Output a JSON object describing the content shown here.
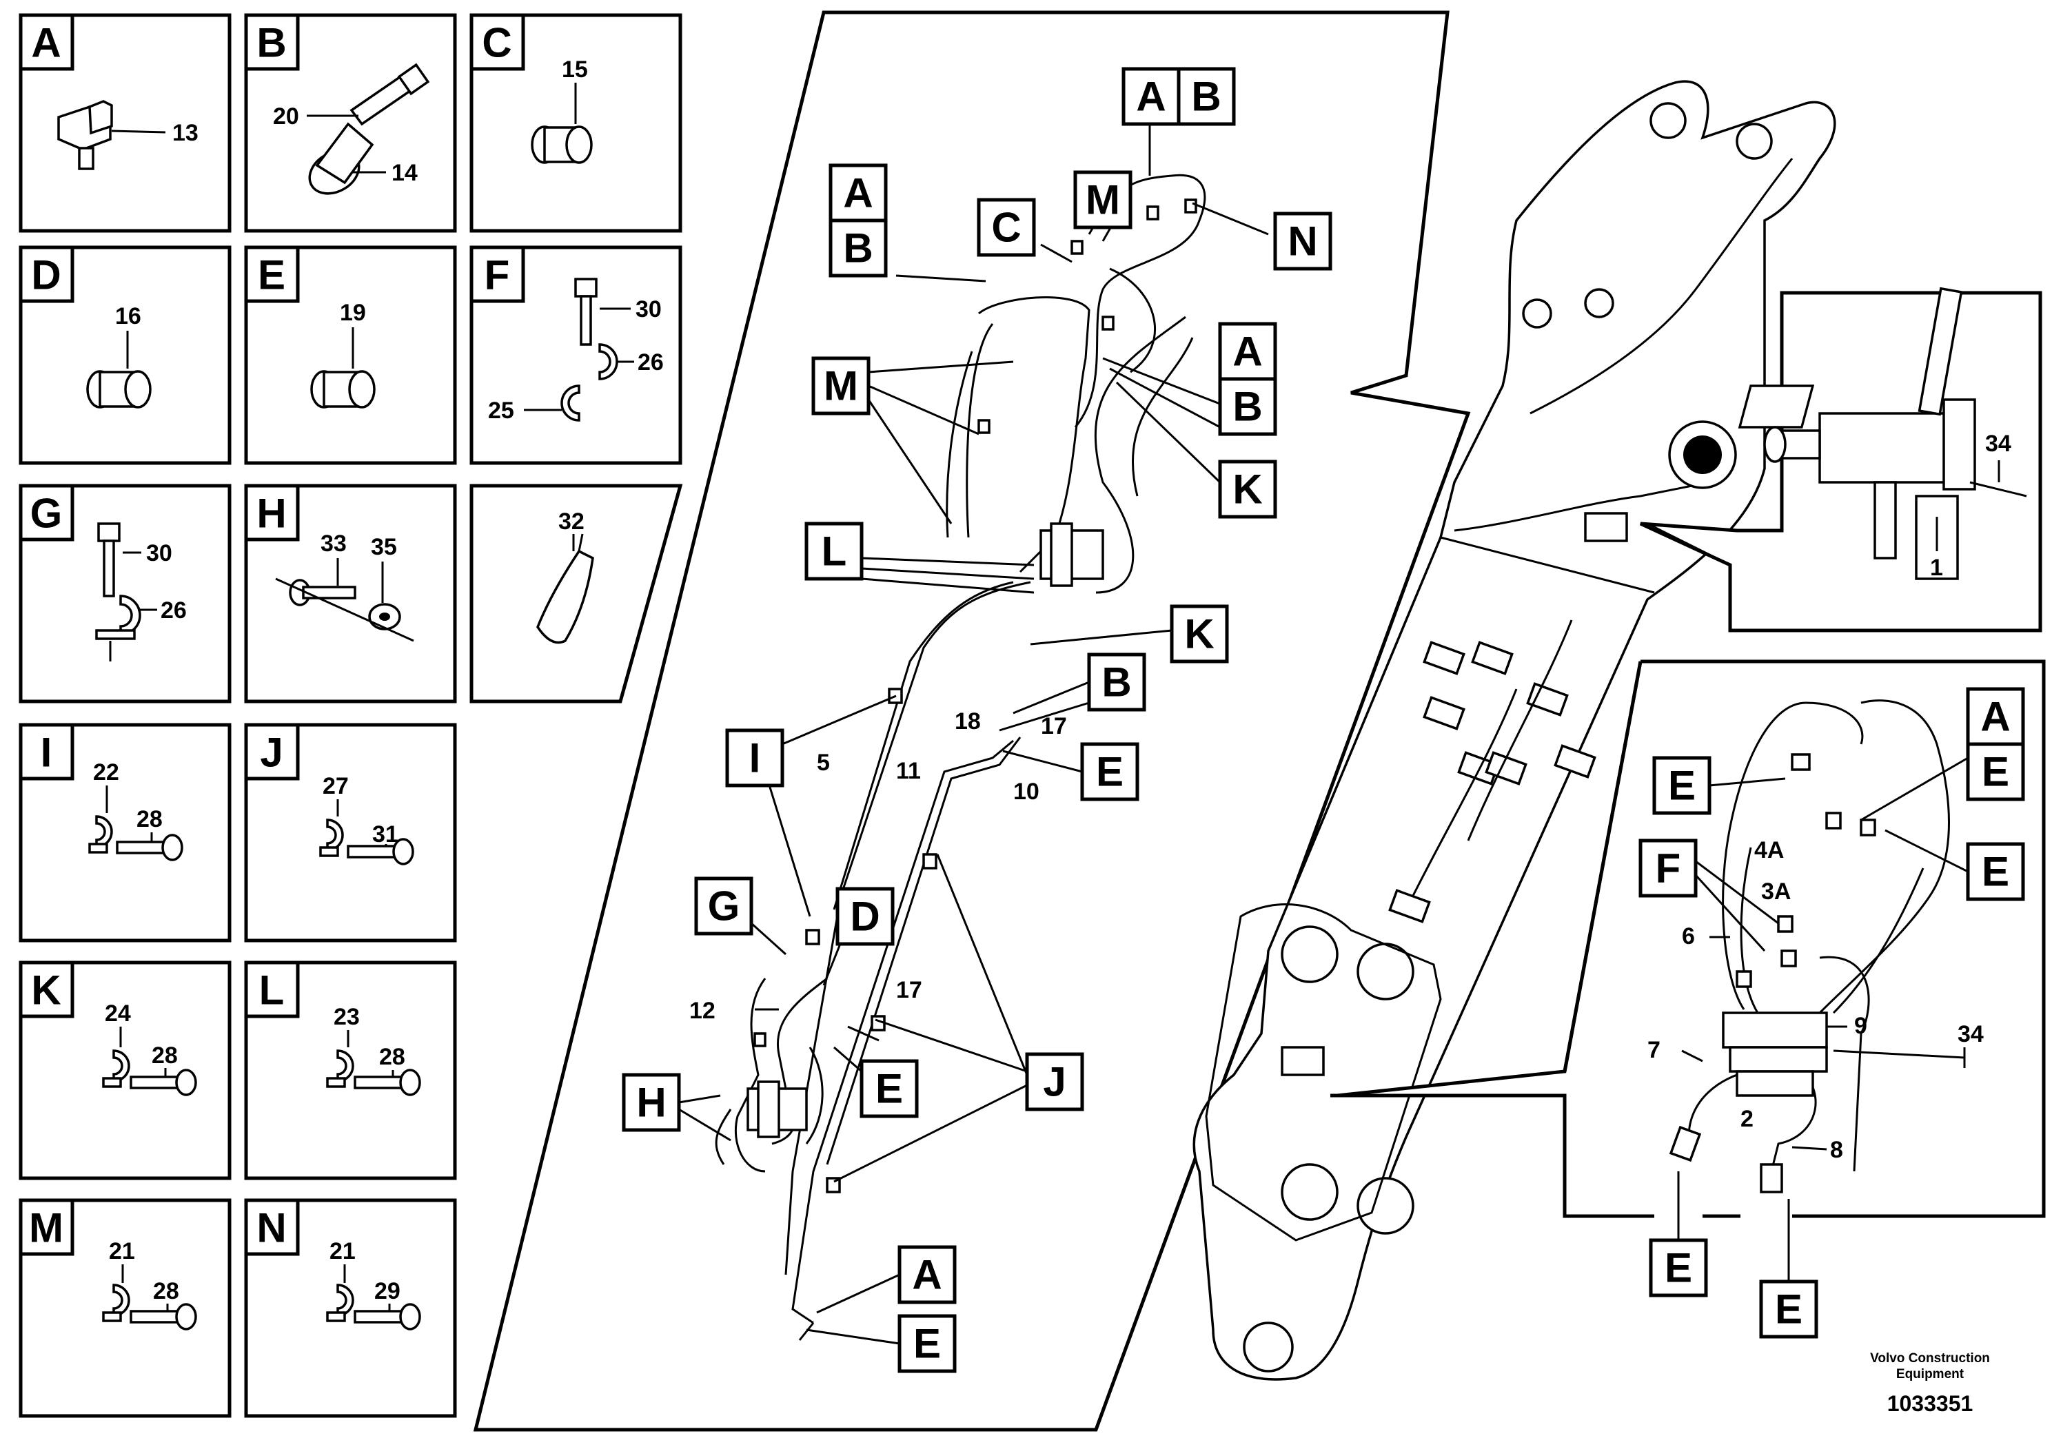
{
  "detail_panels": [
    {
      "letter": "A",
      "parts": [
        "13"
      ]
    },
    {
      "letter": "B",
      "parts": [
        "20",
        "14"
      ]
    },
    {
      "letter": "C",
      "parts": [
        "15"
      ]
    },
    {
      "letter": "D",
      "parts": [
        "16"
      ]
    },
    {
      "letter": "E",
      "parts": [
        "19"
      ]
    },
    {
      "letter": "F",
      "parts": [
        "30",
        "26",
        "25"
      ]
    },
    {
      "letter": "G",
      "parts": [
        "30",
        "26"
      ]
    },
    {
      "letter": "H",
      "parts": [
        "33",
        "35"
      ]
    },
    {
      "letter": "",
      "parts": [
        "32"
      ]
    },
    {
      "letter": "I",
      "parts": [
        "22",
        "28"
      ]
    },
    {
      "letter": "J",
      "parts": [
        "27",
        "31"
      ]
    },
    {
      "letter": "K",
      "parts": [
        "24",
        "28"
      ]
    },
    {
      "letter": "L",
      "parts": [
        "23",
        "28"
      ]
    },
    {
      "letter": "M",
      "parts": [
        "21",
        "28"
      ]
    },
    {
      "letter": "N",
      "parts": [
        "21",
        "29"
      ]
    }
  ],
  "main_view": {
    "tags": [
      "A",
      "B",
      "C",
      "M",
      "N",
      "A",
      "B",
      "M",
      "A",
      "B",
      "K",
      "L",
      "K",
      "B",
      "E",
      "I",
      "G",
      "D",
      "H",
      "E",
      "J",
      "A",
      "E"
    ],
    "numbers": [
      "18",
      "17",
      "5",
      "11",
      "10",
      "12",
      "17"
    ]
  },
  "valve_detail": {
    "numbers": [
      "34",
      "1"
    ]
  },
  "lower_detail": {
    "tags": [
      "A",
      "E",
      "E",
      "E",
      "F",
      "E",
      "E"
    ],
    "numbers": [
      "4A",
      "3A",
      "6",
      "7",
      "9",
      "2",
      "8",
      "34"
    ]
  },
  "footer": {
    "company_line1": "Volvo Construction",
    "company_line2": "Equipment",
    "drawing_number": "1033351"
  }
}
